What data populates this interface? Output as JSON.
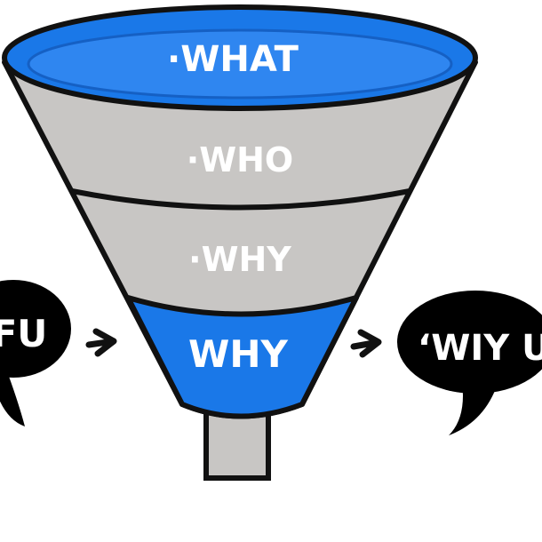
{
  "funnel": {
    "stages": [
      {
        "label": "·WHAT"
      },
      {
        "label": "·WHO"
      },
      {
        "label": "·WHY"
      },
      {
        "label": "WHY"
      }
    ]
  },
  "bubbles": {
    "left": "FU",
    "right": "‘WIY US"
  },
  "arrows": {
    "left": "→",
    "right": "→"
  },
  "colors": {
    "blue": "#1a78e8",
    "gray": "#c8c6c4",
    "outline": "#111111"
  }
}
